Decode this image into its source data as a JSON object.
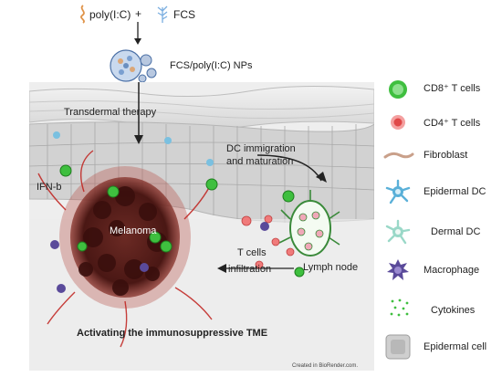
{
  "top": {
    "polyic": "poly(I:C)",
    "plus": "+",
    "fcs": "FCS",
    "nps": "FCS/poly(I:C) NPs"
  },
  "scene": {
    "transdermal": "Transdermal therapy",
    "dc_migration_line1": "DC immigration",
    "dc_migration_line2": "and maturation",
    "ifn": "IFN-b",
    "melanoma": "Melanoma",
    "tcells_line1": "T cells",
    "tcells_line2": "infiltration",
    "lymph_node": "Lymph node",
    "tme": "Activating the immunosuppressive TME",
    "credit": "Created in BioRender.com."
  },
  "legend": [
    {
      "label": "CD8⁺ T cells",
      "icon": "cd8-t-cell-icon"
    },
    {
      "label": "CD4⁺ T cells",
      "icon": "cd4-t-cell-icon"
    },
    {
      "label": "Fibroblast",
      "icon": "fibroblast-icon"
    },
    {
      "label": "Epidermal DC",
      "icon": "epidermal-dc-icon"
    },
    {
      "label": "Dermal DC",
      "icon": "dermal-dc-icon"
    },
    {
      "label": "Macrophage",
      "icon": "macrophage-icon"
    },
    {
      "label": "Cytokines",
      "icon": "cytokines-icon"
    },
    {
      "label": "Epidermal cell",
      "icon": "epidermal-cell-icon"
    }
  ],
  "colors": {
    "cd8": "#3fbf3f",
    "cd4": "#e85a5a",
    "tumor": "#5a1f1f",
    "macrophage": "#5a4a9a",
    "epidermal_dc": "#5ab0d8",
    "dermal_dc": "#9ad8c8"
  }
}
